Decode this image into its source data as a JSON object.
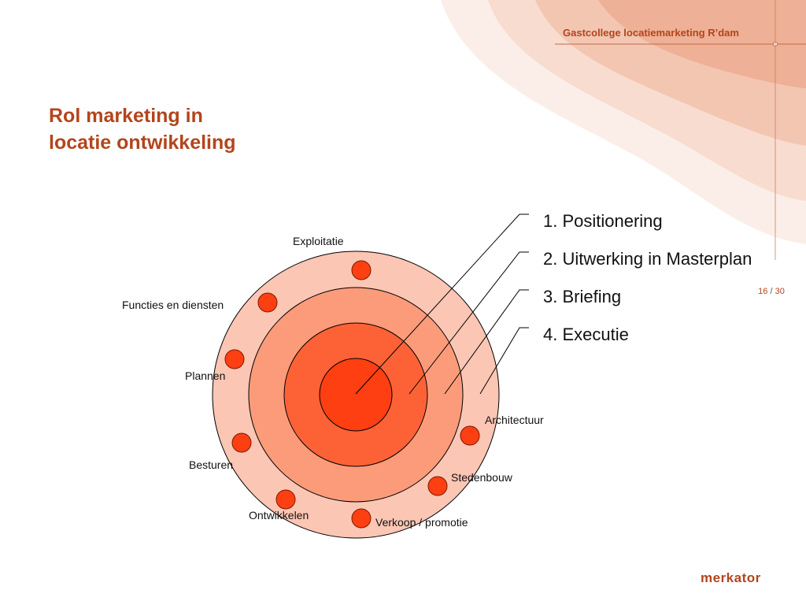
{
  "header": {
    "title": "Gastcollege locatiemarketing R’dam"
  },
  "slide": {
    "title_line1": "Rol marketing in",
    "title_line2": "locatie ontwikkeling"
  },
  "page": {
    "current": "16",
    "separator": "/",
    "total": "30"
  },
  "steps": [
    "1. Positionering",
    "2. Uitwerking in Masterplan",
    "3. Briefing",
    "4. Executie"
  ],
  "diagram": {
    "outer_nodes": [
      {
        "label": "Exploitatie"
      },
      {
        "label": "Functies en diensten"
      },
      {
        "label": "Plannen"
      },
      {
        "label": "Besturen"
      },
      {
        "label": "Ontwikkelen"
      },
      {
        "label": "Verkoop / promotie"
      },
      {
        "label": "Stedenbouw"
      },
      {
        "label": "Architectuur"
      }
    ],
    "ring_colors": [
      "#fcc6b4",
      "#fc9b7a",
      "#fc6236",
      "#fe3f12"
    ],
    "node_color": "#fe3f12"
  },
  "logo": {
    "text": "merkator"
  }
}
